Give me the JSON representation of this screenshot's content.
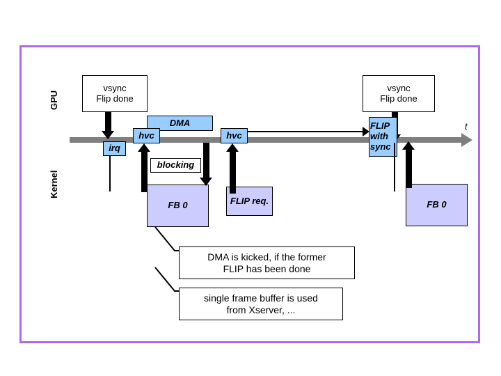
{
  "slide": {
    "frame_color": "#a96cf0",
    "background": "#ffffff"
  },
  "lanes": [
    {
      "id": "gpu",
      "label": "GPU"
    },
    {
      "id": "kernel",
      "label": "Kernel"
    }
  ],
  "timeline": {
    "axis_label": "t",
    "color": "#7f7f7f"
  },
  "gpu_events": [
    {
      "id": "vsync-left",
      "line1": "vsync",
      "line2": "Flip done"
    },
    {
      "id": "vsync-right",
      "line1": "vsync",
      "line2": "Flip done"
    }
  ],
  "boxes": {
    "irq": "irq",
    "hvc_first": "hvc",
    "hvc_second": "hvc",
    "dma": "DMA",
    "blocking": "blocking",
    "flip_with_sync_l1": "FLIP",
    "flip_with_sync_l2": "with",
    "flip_with_sync_l3": "sync",
    "fb0_left": "FB 0",
    "fb0_right": "FB 0",
    "flip_req": "FLIP req."
  },
  "callouts": [
    {
      "id": "dma-kicked",
      "line1": "DMA is kicked, if the former",
      "line2": "FLIP has been done"
    },
    {
      "id": "single-fb",
      "line1": "single frame buffer is used",
      "line2": "from Xserver, ..."
    }
  ],
  "colors": {
    "blue_box": "#99ccff",
    "lavender_box": "#ccccff",
    "timeline_gray": "#7f7f7f",
    "frame_purple": "#a96cf0",
    "outline_black": "#000000"
  }
}
